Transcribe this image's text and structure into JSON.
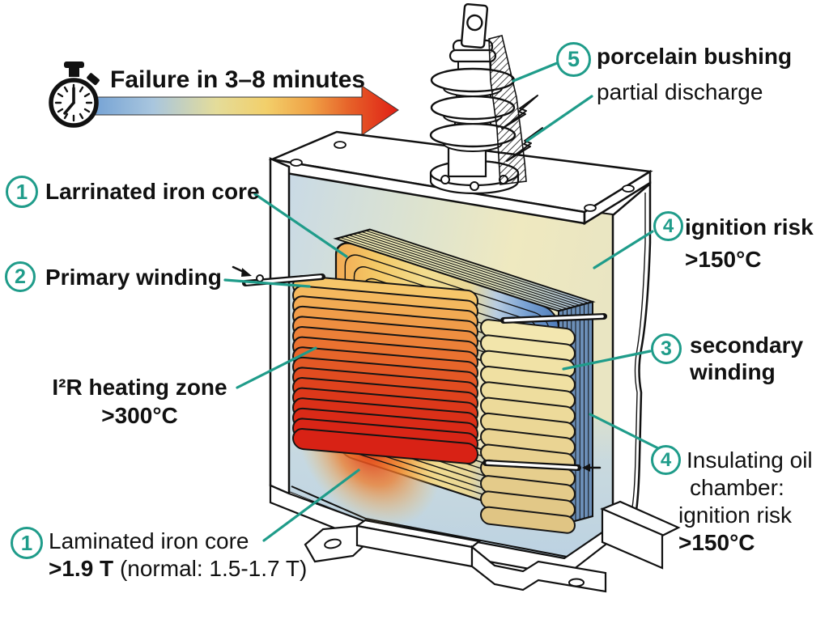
{
  "header": {
    "title": "Failure in 3–8 minutes"
  },
  "labels": {
    "core_top": {
      "num": "1",
      "text": "Larrinated iron core"
    },
    "primary": {
      "num": "2",
      "text": "Primary winding"
    },
    "i2r": {
      "line1": "I²R heating zone",
      "line2": ">300°C"
    },
    "core_bottom": {
      "num": "1",
      "line1": "Laminated iron core",
      "line2_bold": ">1.9 T",
      "line2_rest": " (normal: 1.5-1.7 T)"
    },
    "bushing": {
      "num": "5",
      "text": "porcelain bushing"
    },
    "partial": {
      "text": "partial discharge"
    },
    "ignition": {
      "num": "4",
      "line1": "ignition risk",
      "line2": ">150°C"
    },
    "secondary": {
      "num": "3",
      "line1": "secondary",
      "line2": "winding"
    },
    "oil": {
      "num": "4",
      "line1": "Insulating oil",
      "line2": "chamber:",
      "line3": "ignition risk",
      "line4": ">150°C"
    }
  },
  "icons": {
    "timer": "stopwatch-icon",
    "heat_arrow": "gradient-arrow-icon",
    "discharge": "lightning-icon"
  },
  "colors": {
    "accent": "#1f9c8a",
    "arrow_cold": "#6d9dd3",
    "arrow_hot": "#e01f15",
    "core_hot": "#e03818",
    "core_cold": "#4e7cba",
    "oil": "#c3d7e3"
  }
}
